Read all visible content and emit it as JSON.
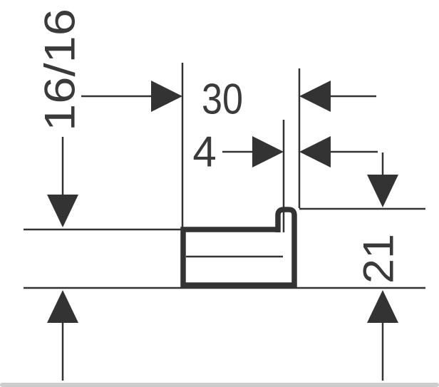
{
  "drawing": {
    "labels": {
      "height_left": "16/16",
      "width_top": "30",
      "lip_offset": "4",
      "height_right": "21"
    }
  },
  "colors": {
    "line": "#333333",
    "text": "#3a3a3a",
    "scrollbar_track": "#cdcdcd",
    "background": "#ffffff"
  }
}
